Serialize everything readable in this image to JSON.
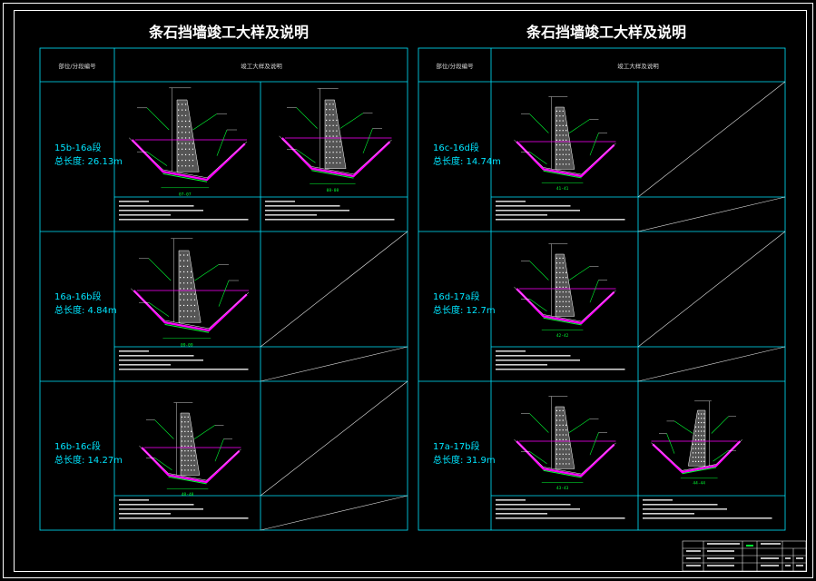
{
  "sheet_title_left": "条石挡墙竣工大样及说明",
  "sheet_title_right": "条石挡墙竣工大样及说明",
  "column_header_segment": "部位/分段编号",
  "column_header_detail": "竣工大样及说明",
  "left_rows": [
    {
      "segment": "15b-16a段",
      "length": "总长度: 26.13m",
      "sections": [
        "07-07",
        "08-08"
      ]
    },
    {
      "segment": "16a-16b段",
      "length": "总长度: 4.84m",
      "sections": [
        "09-09"
      ]
    },
    {
      "segment": "16b-16c段",
      "length": "总长度: 14.27m",
      "sections": [
        "40-40"
      ]
    }
  ],
  "right_rows": [
    {
      "segment": "16c-16d段",
      "length": "总长度: 14.74m",
      "sections": [
        "41-41"
      ]
    },
    {
      "segment": "16d-17a段",
      "length": "总长度: 12.7m",
      "sections": [
        "42-42"
      ]
    },
    {
      "segment": "17a-17b段",
      "length": "总长度: 31.9m",
      "sections": [
        "43-43",
        "44-44"
      ]
    }
  ],
  "colors": {
    "frame": "#00e5ff",
    "text": "#ffffff",
    "magenta": "#ff00ff",
    "green": "#00ff33",
    "section_label": "#00ff33"
  }
}
